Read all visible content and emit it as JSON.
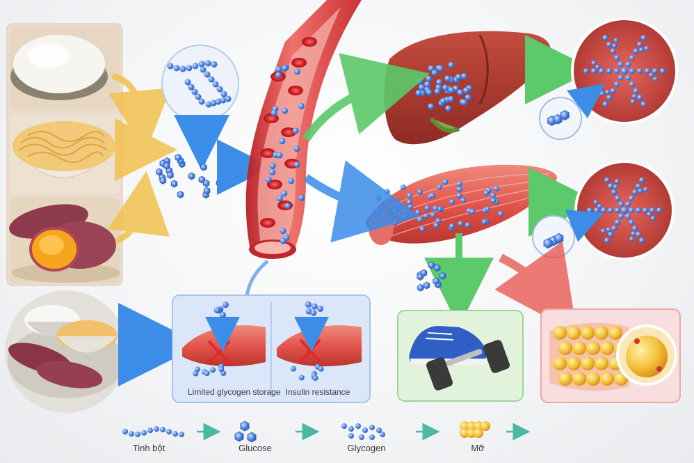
{
  "panel_labels": {
    "limited_storage": "Limited glycogen storage",
    "insulin_resistance": "Insulin resistance"
  },
  "legend": [
    {
      "label": "Tinh bột",
      "icon": "starch-chain-icon"
    },
    {
      "label": "Glucose",
      "icon": "glucose-molecule-icon"
    },
    {
      "label": "Glycogen",
      "icon": "glycogen-icon"
    },
    {
      "label": "Mỡ",
      "icon": "fat-cluster-icon"
    }
  ],
  "colors": {
    "food_arrow": "#f2c14e",
    "liver_arrow": "#5cc96a",
    "muscle_arrow": "#3b8de8",
    "fat_arrow": "#e8453c",
    "glucose": "#4a7fe0",
    "vessel": "#d93a3a",
    "panel_blue": "#dbe7f8",
    "panel_green": "#e2f3dc",
    "panel_red": "#f8dede"
  }
}
